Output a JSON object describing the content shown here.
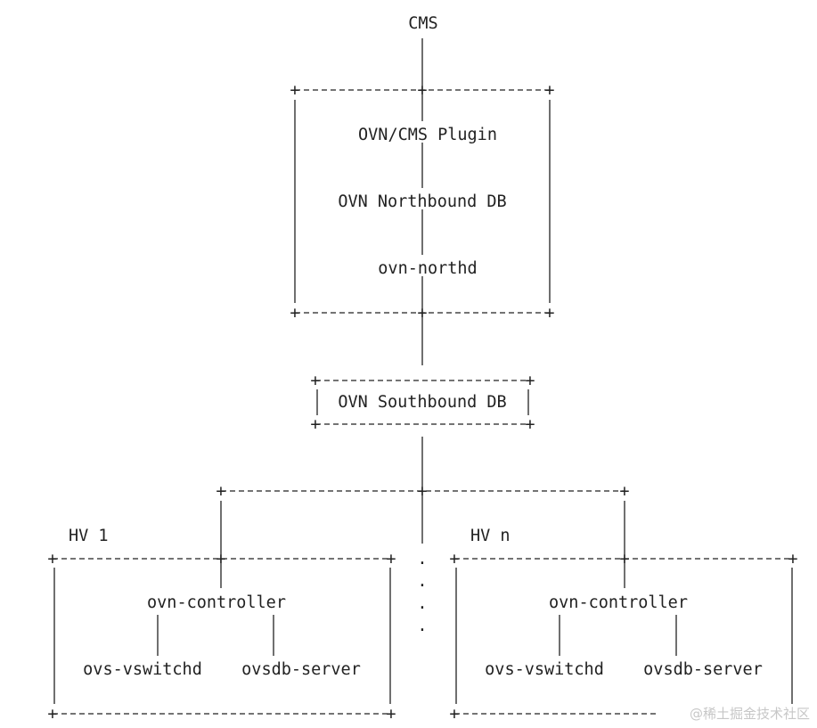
{
  "labels": {
    "cms": "CMS",
    "plugin": "OVN/CMS Plugin",
    "northbound_db": "OVN Northbound DB",
    "northd": "ovn-northd",
    "southbound_db": "OVN Southbound DB",
    "hv1": "HV 1",
    "hvn": "HV n",
    "hv1_controller": "ovn-controller",
    "hv1_vswitchd": "ovs-vswitchd",
    "hv1_ovsdb": "ovsdb-server",
    "hvn_controller": "ovn-controller",
    "hvn_vswitchd": "ovs-vswitchd",
    "hvn_ovsdb": "ovsdb-server",
    "ellipsis_dot": "."
  },
  "watermark": "@稀土掘金技术社区",
  "colors": {
    "text": "#222222",
    "background": "#ffffff",
    "watermark": "#c7c7c7"
  }
}
